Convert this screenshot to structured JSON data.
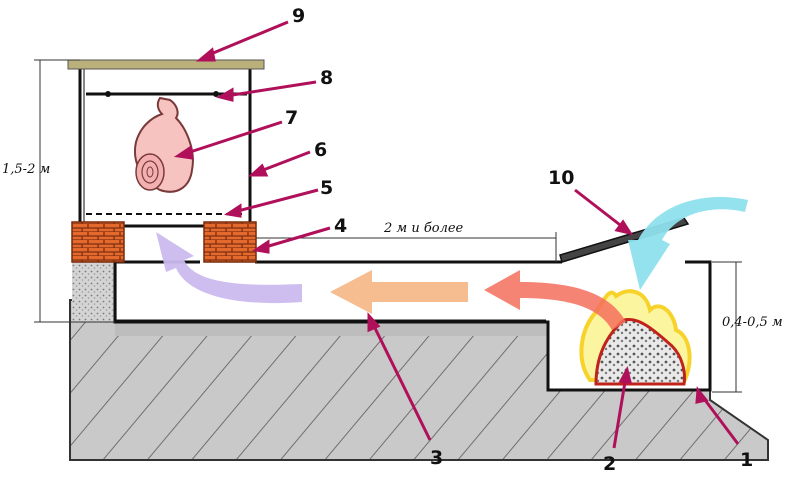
{
  "labels": {
    "n1": "1",
    "n2": "2",
    "n3": "3",
    "n4": "4",
    "n5": "5",
    "n6": "6",
    "n7": "7",
    "n8": "8",
    "n9": "9",
    "n10": "10"
  },
  "dimensions": {
    "height_smokehouse": "1,5-2 м",
    "length_channel": "2 м и более",
    "depth_firebox": "0,4-0,5 м"
  },
  "colors": {
    "pointer": "#b0105a",
    "brick": "#e0672a",
    "ground": "#9a9a9a",
    "flow_cold": "#7fd6e8",
    "flow_hot": "#f26d5b",
    "flow_warm": "#f5b98a",
    "flow_cool": "#c9b8ea",
    "flame": "#f7e04a"
  }
}
